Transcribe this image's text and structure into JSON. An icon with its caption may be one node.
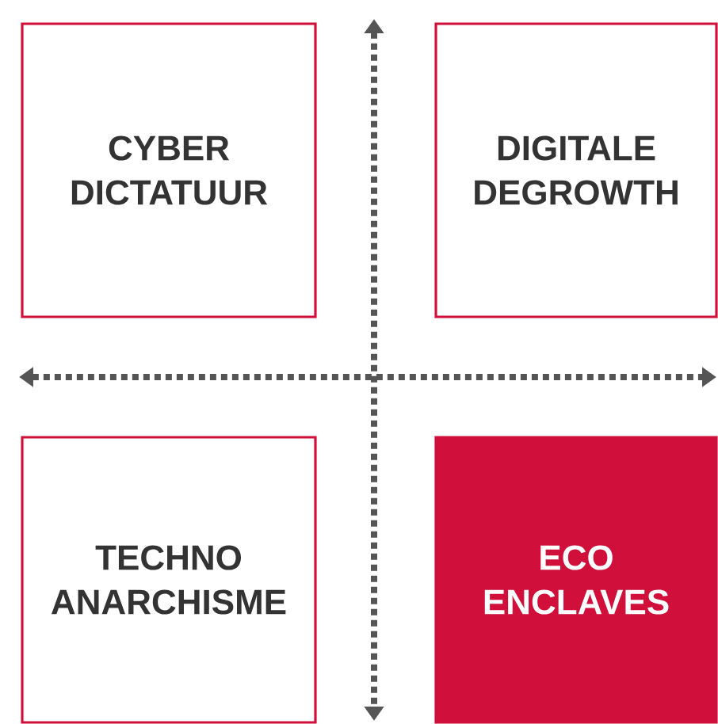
{
  "diagram": {
    "nodes": [
      {
        "text": [
          "CYBER DICTATUUR"
        ]
      },
      {
        "text": [
          "DIGITALE DEGROWTH"
        ]
      },
      {
        "text": [
          "TECHNO ANARCHISME"
        ]
      },
      {
        "text": [
          "ECO ENCLAVES"
        ]
      }
    ]
  }
}
